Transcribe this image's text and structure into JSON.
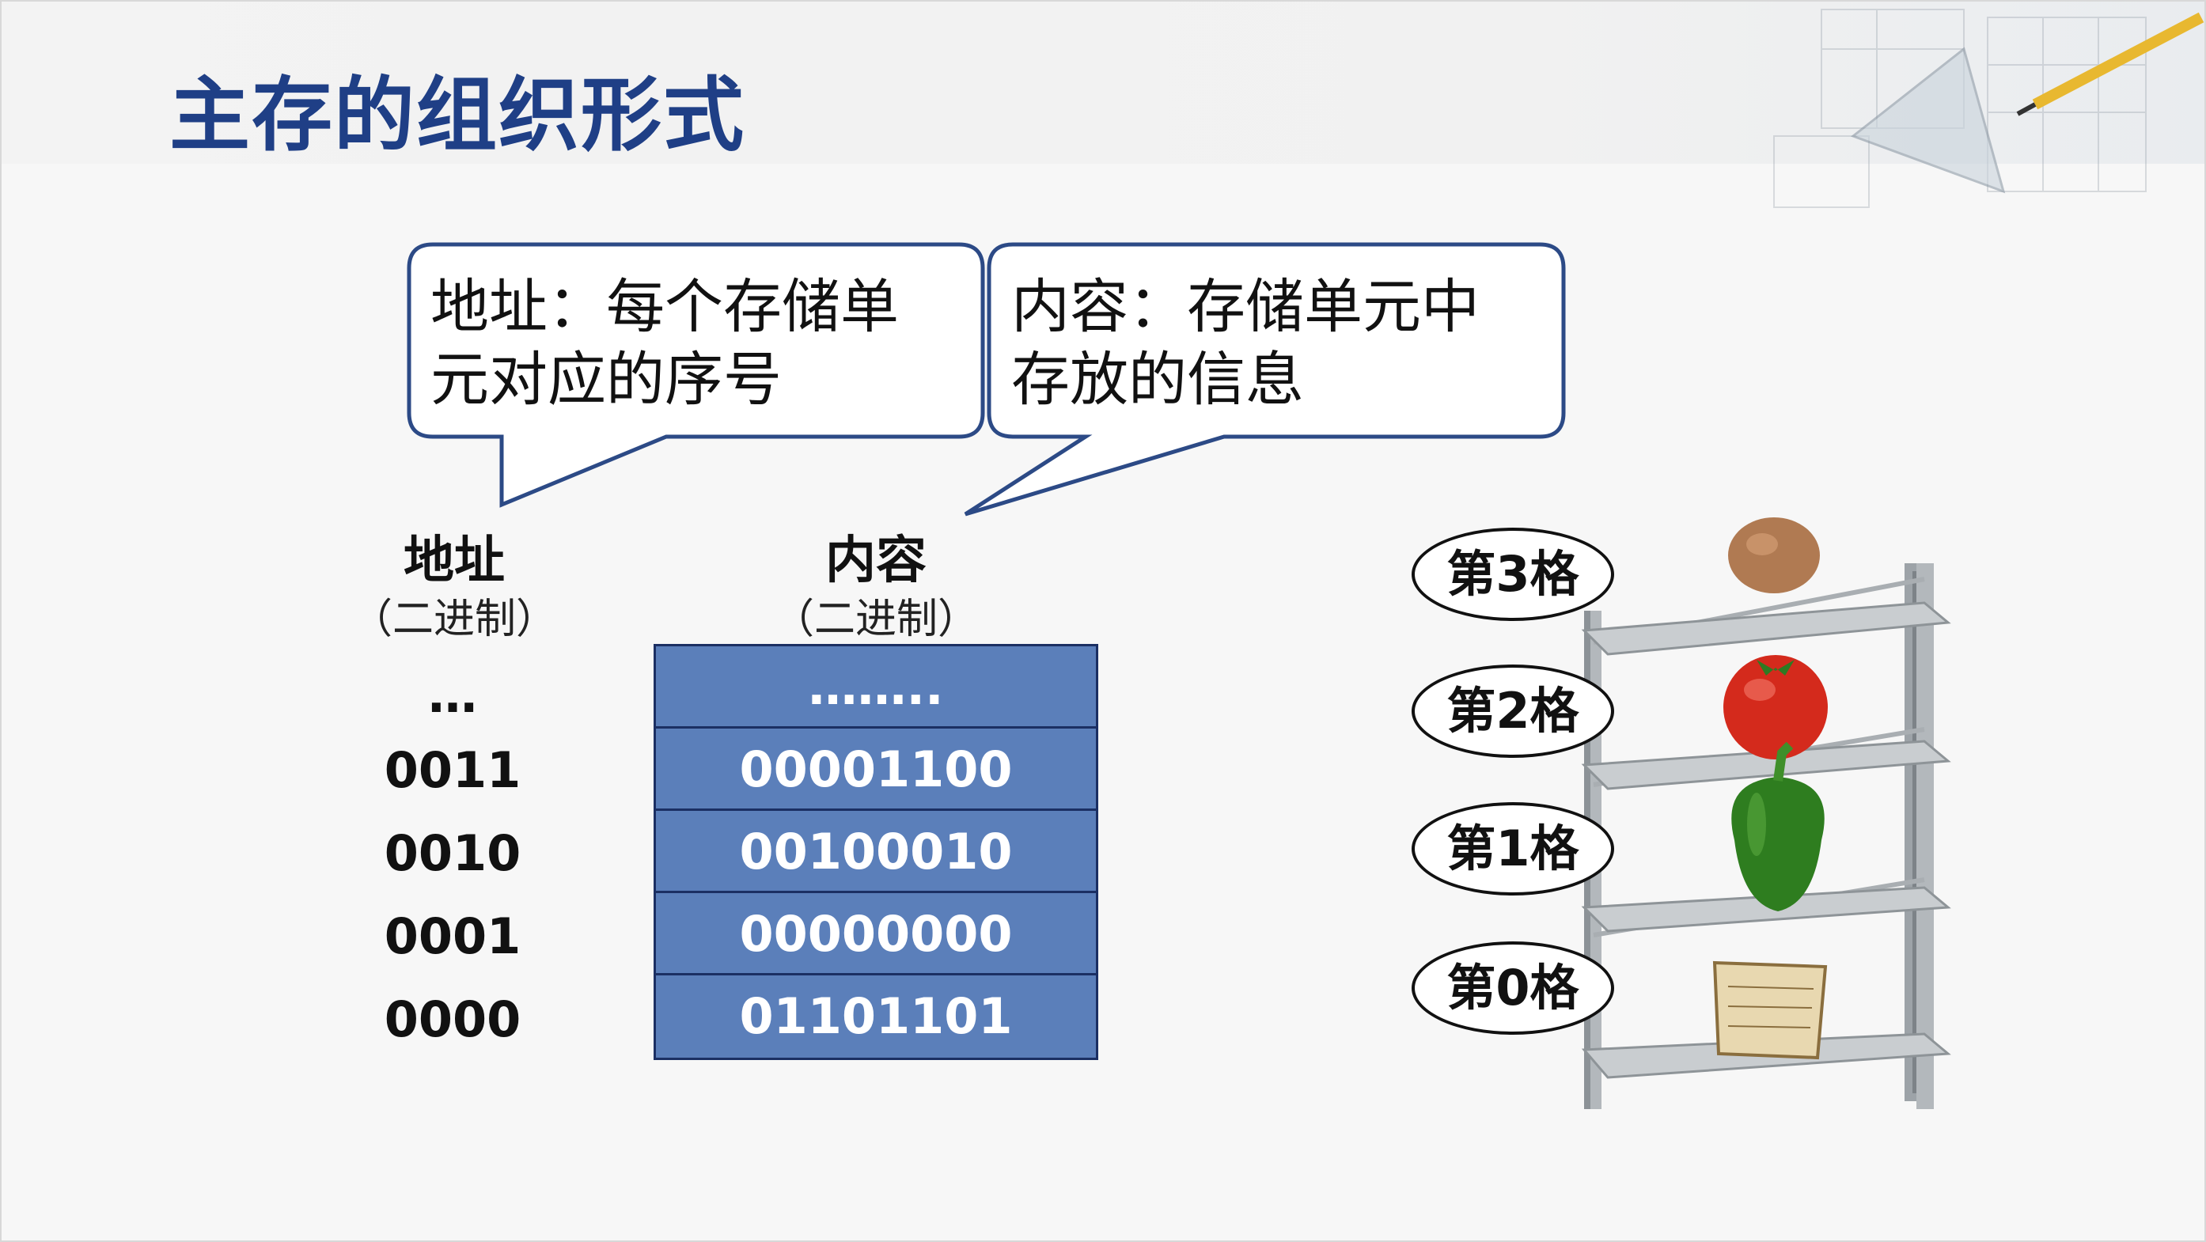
{
  "title": "主存的组织形式",
  "callouts": {
    "address": {
      "line1": "地址：每个存储单",
      "line2": "元对应的序号"
    },
    "content": {
      "line1": "内容：存储单元中",
      "line2": "存放的信息"
    }
  },
  "columns": {
    "address": {
      "header": "地址",
      "sub": "（二进制）"
    },
    "content": {
      "header": "内容",
      "sub": "（二进制）"
    }
  },
  "addresses": [
    "…",
    "0011",
    "0010",
    "0001",
    "0000"
  ],
  "contents": [
    "……..",
    "00001100",
    "00100010",
    "00000000",
    "01101101"
  ],
  "shelf_labels": [
    "第3格",
    "第2格",
    "第1格",
    "第0格"
  ],
  "shelf_items": [
    "egg-icon",
    "tomato-icon",
    "pepper-icon",
    "paper-icon"
  ],
  "colors": {
    "title": "#1f3f86",
    "cell": "#5b7fba",
    "cell_border": "#1b2f63",
    "bubble_border": "#2c4a86"
  }
}
